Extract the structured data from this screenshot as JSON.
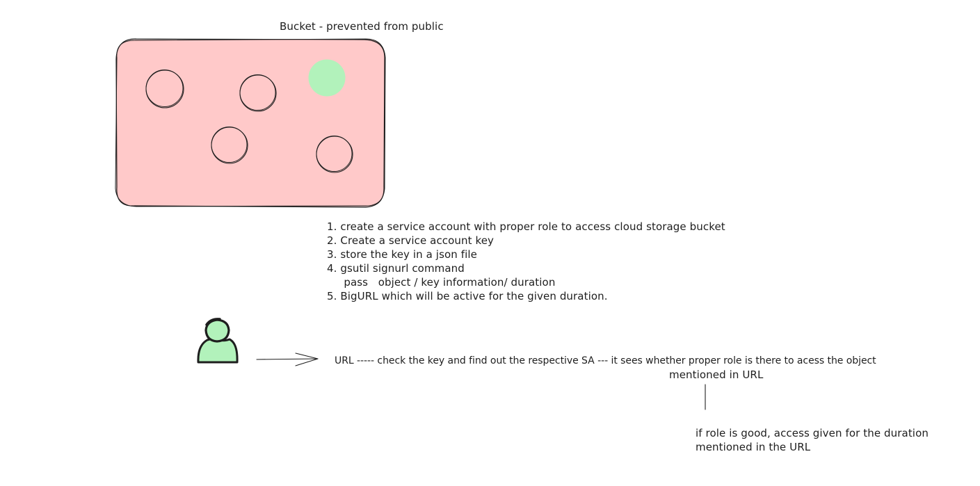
{
  "bucket": {
    "title": "Bucket - prevented from public"
  },
  "steps": [
    "1. create a service account with proper role to access cloud storage bucket",
    "2. Create a service account key",
    "3. store the key in a json file",
    "4. gsutil signurl command",
    "     pass   object / key information/ duration",
    "5. BigURL which will be active for the given duration."
  ],
  "flow": {
    "url_line": "URL ----- check the key and find out the respective SA --- it sees whether proper role is there to acess the object",
    "url_line_cont": "mentioned in URL",
    "result_line_1": "if role is good, access given for the duration",
    "result_line_2": "mentioned in the URL"
  },
  "colors": {
    "bucket_fill": "#ffc9c9",
    "object_fill": "#ffc9c9",
    "highlight_fill": "#b2f2bb",
    "stroke": "#1e1e1e"
  },
  "icons": {
    "user": "user-icon",
    "arrow": "arrow-right-icon"
  }
}
